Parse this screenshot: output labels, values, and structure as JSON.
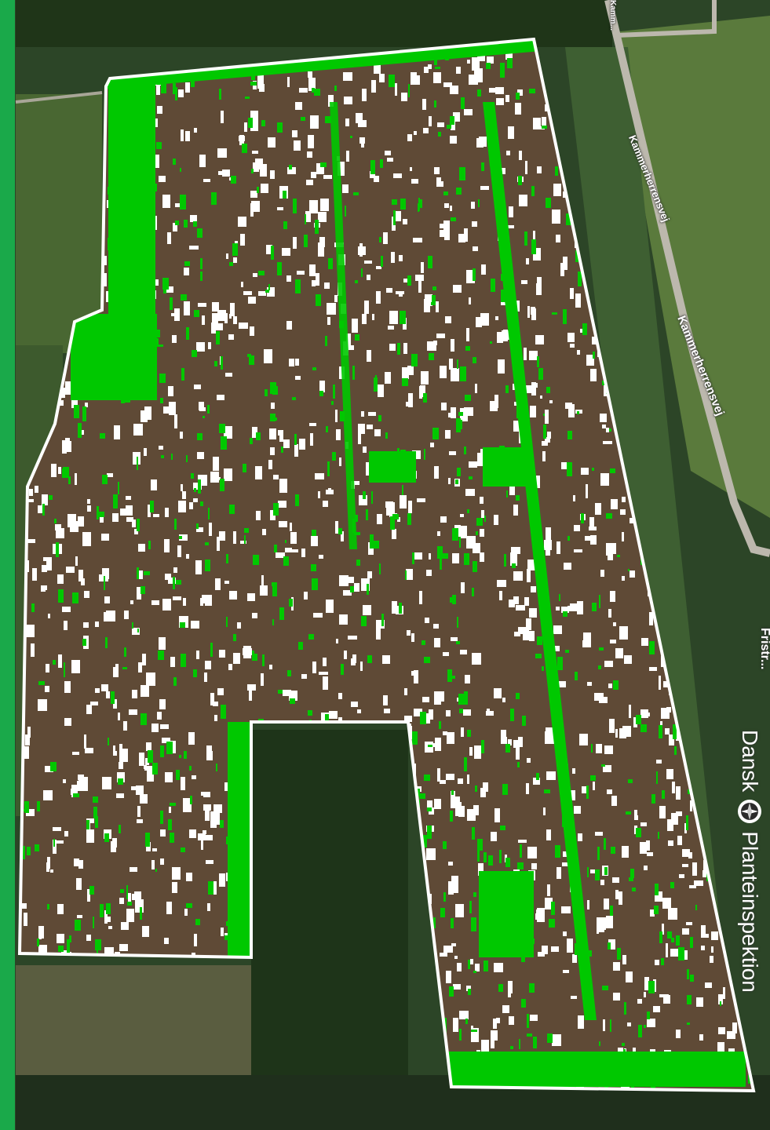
{
  "map": {
    "road_labels": [
      "Kammerherrensvej",
      "Kammerherrensvej",
      "Fristr...",
      "Kamm..."
    ],
    "watermark": {
      "word_1": "Dansk",
      "word_2": "Planteinspektion"
    },
    "colors": {
      "soil": "#5f4a36",
      "weed_green": "#00c800",
      "bare_white": "#ffffff",
      "forest": "#253d22",
      "field_grass": "#4f6e36",
      "road": "#b9b6ac",
      "left_strip": "#1aa94a"
    },
    "icons": [
      "planteinspektion-logo-icon"
    ]
  }
}
